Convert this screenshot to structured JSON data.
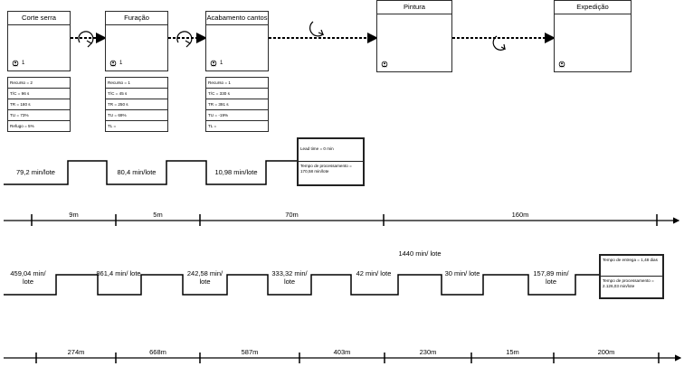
{
  "processes": [
    {
      "title": "Corte serra",
      "operators": "1"
    },
    {
      "title": "Furação",
      "operators": "1"
    },
    {
      "title": "Acabamento cantos",
      "operators": "1"
    },
    {
      "title": "Pintura",
      "operators": ""
    },
    {
      "title": "Expedição",
      "operators": ""
    }
  ],
  "data_boxes": [
    [
      "Recurso = 2",
      "T/C = 96 s",
      "TR = 180 s",
      "TU = 73%",
      "Refugo = 5%"
    ],
    [
      "Recurso = 1",
      "T/C = 45 s",
      "TR = 250 s",
      "TU = 69%",
      "TL ="
    ],
    [
      "Recurso = 1",
      "T/C = 330 s",
      "TR = 391 s",
      "TU = -19%",
      "TL ="
    ]
  ],
  "timeline1": {
    "labels": [
      "79,2 min/lote",
      "80,4 min/lote",
      "10,98 min/lote"
    ],
    "summary": [
      "Lead time = 0 min",
      "Tempo de processamento = 170,58 min/lote"
    ]
  },
  "distances1": [
    "9m",
    "5m",
    "70m",
    "160m"
  ],
  "timeline2": {
    "low_labels": [
      "459,04 min/ lote",
      "242,58 min/ lote",
      "42 min/ lote",
      "157,89 min/ lote"
    ],
    "high_labels": [
      "861,4 min/ lote",
      "333,32 min/ lote",
      "1440 min/ lote",
      "30 min/ lote"
    ],
    "summary": [
      "Tempo de entrega = 1,48 dias",
      "Tempo de processamento = 2.126,03 min/lote"
    ]
  },
  "distances2": [
    "274m",
    "668m",
    "587m",
    "403m",
    "230m",
    "15m",
    "200m"
  ]
}
